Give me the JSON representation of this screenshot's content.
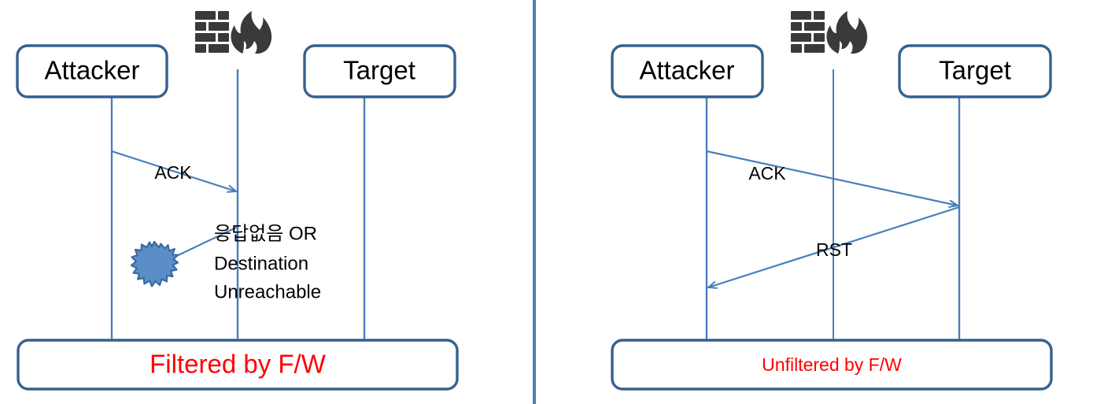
{
  "theme": {
    "box_border": "#35618F",
    "box_fill": "#FFFFFF",
    "lifeline": "#4A7EBB",
    "arrow": "#4A7EBB",
    "divider": "#4A7EBB",
    "text": "#000000",
    "alert_text": "#FF0000",
    "firewall_icon": "#3A3A3A",
    "burst_fill": "#5B8DC8",
    "burst_stroke": "#3C6AA0",
    "background": "#FFFFFF"
  },
  "divider": {
    "name": "panel-divider"
  },
  "panels": [
    {
      "id": "filtered",
      "nodes": [
        {
          "id": "attacker",
          "label": "Attacker"
        },
        {
          "id": "firewall",
          "label": "",
          "icon": "firewall-icon"
        },
        {
          "id": "target",
          "label": "Target"
        }
      ],
      "messages": [
        {
          "id": "ack",
          "label": "ACK",
          "from": "attacker",
          "to": "firewall"
        }
      ],
      "note": {
        "id": "no-response-note",
        "lines": [
          "응답없음 OR",
          "Destination",
          "Unreachable"
        ]
      },
      "burst": {
        "id": "blocked-burst",
        "icon": "explosion-icon"
      },
      "banner": {
        "id": "filtered-banner",
        "label": "Filtered by F/W"
      }
    },
    {
      "id": "unfiltered",
      "nodes": [
        {
          "id": "attacker",
          "label": "Attacker"
        },
        {
          "id": "firewall",
          "label": "",
          "icon": "firewall-icon"
        },
        {
          "id": "target",
          "label": "Target"
        }
      ],
      "messages": [
        {
          "id": "ack",
          "label": "ACK",
          "from": "attacker",
          "to": "target"
        },
        {
          "id": "rst",
          "label": "RST",
          "from": "target",
          "to": "attacker"
        }
      ],
      "banner": {
        "id": "unfiltered-banner",
        "label": "Unfiltered by F/W"
      }
    }
  ]
}
